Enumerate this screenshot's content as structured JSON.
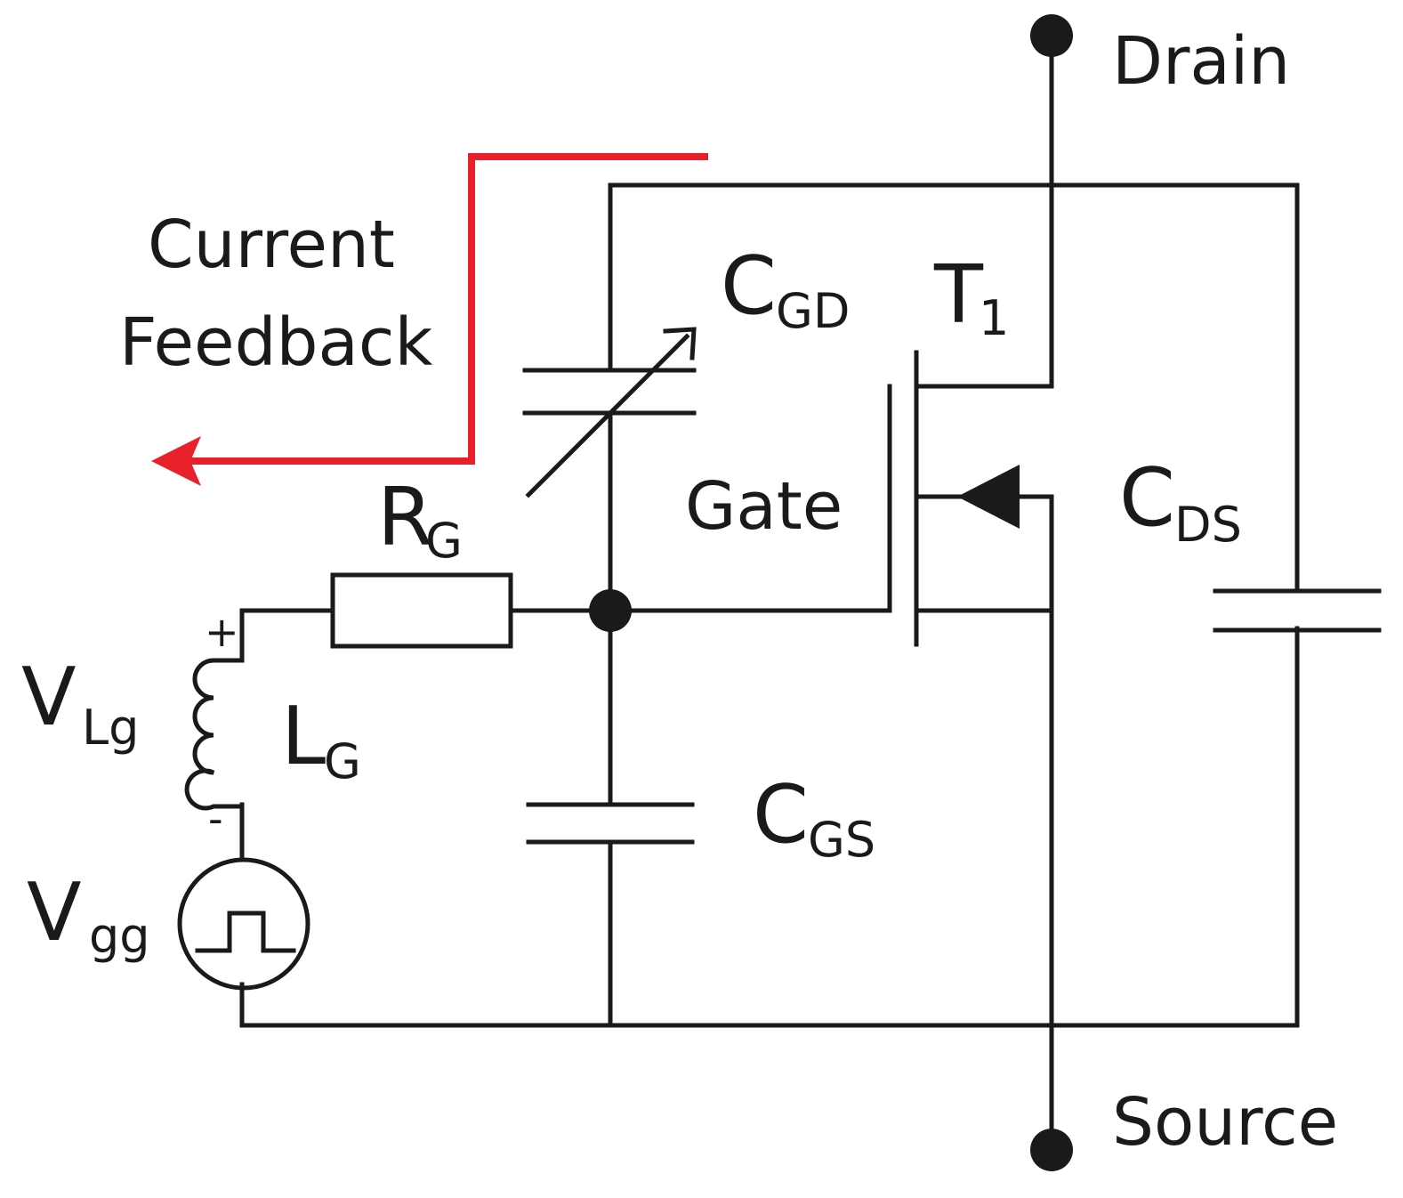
{
  "labels": {
    "drain": "Drain",
    "source": "Source",
    "gate": "Gate",
    "current_feedback_line1": "Current",
    "current_feedback_line2": "Feedback",
    "cgd_main": "C",
    "cgd_sub": "GD",
    "cds_main": "C",
    "cds_sub": "DS",
    "cgs_main": "C",
    "cgs_sub": "GS",
    "t1_main": "T",
    "t1_sub": "1",
    "rg_main": "R",
    "rg_sub": "G",
    "lg_main": "L",
    "lg_sub": "G",
    "vlg_main": "V",
    "vlg_sub": "Lg",
    "vgg_main": "V",
    "vgg_sub": "gg",
    "plus": "+",
    "minus": "-"
  },
  "colors": {
    "wire": "#1a1a1a",
    "feedback": "#e8202a",
    "background": "#ffffff"
  }
}
